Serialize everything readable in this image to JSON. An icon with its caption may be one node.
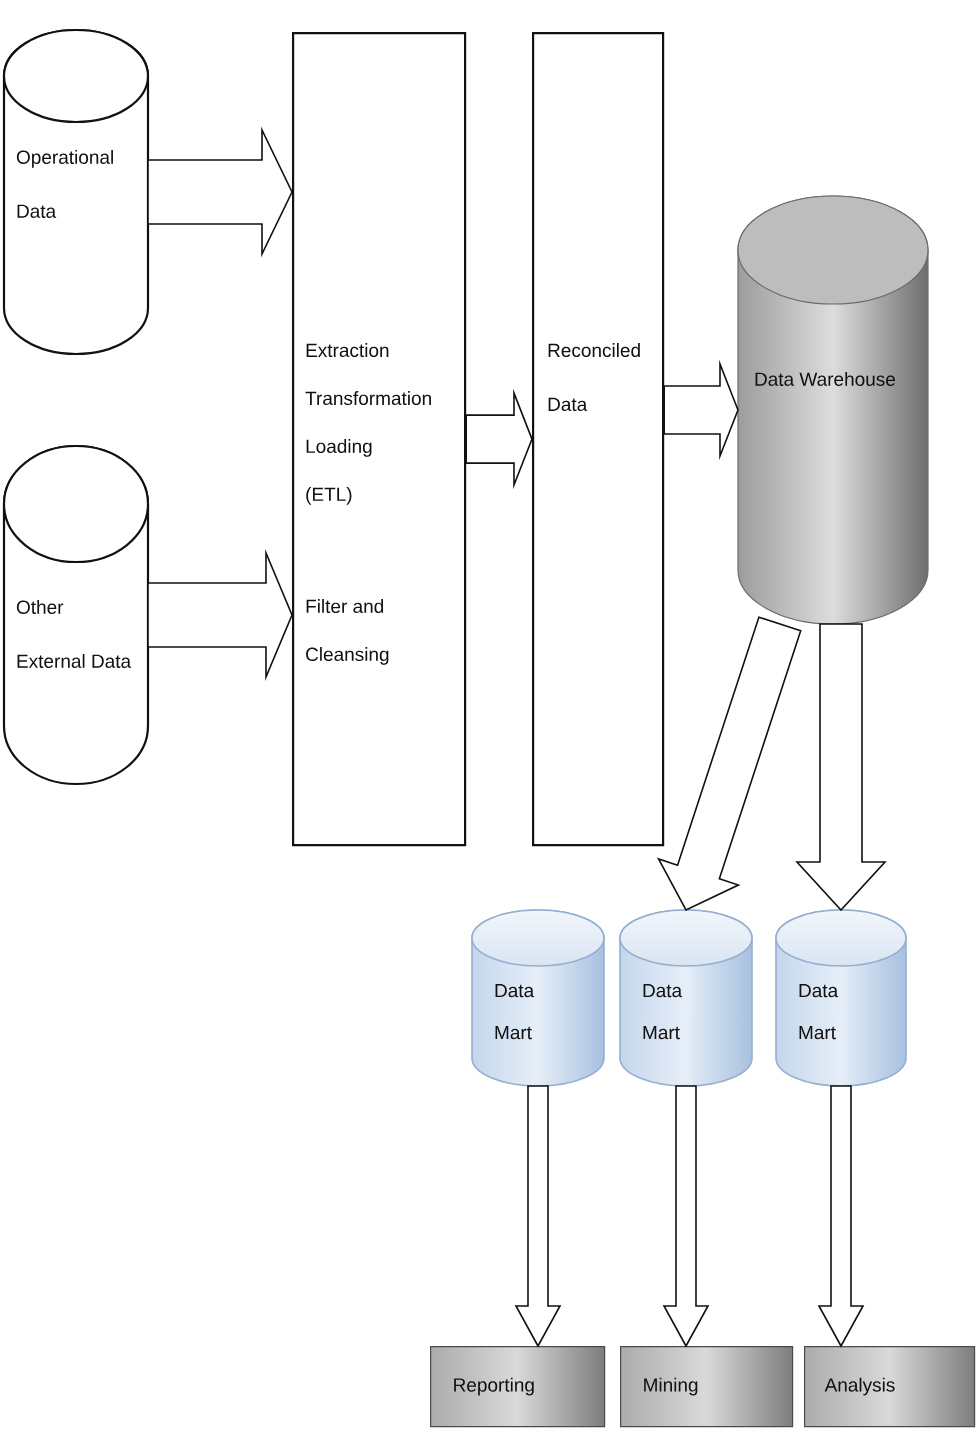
{
  "diagram": {
    "nodes": [
      {
        "text": [
          "Operational Data"
        ]
      },
      {
        "text": [
          "Other External Data"
        ]
      },
      {
        "text": [
          "Extraction Transformation Loading (ETL)",
          "Filter and Cleansing"
        ]
      },
      {
        "text": [
          "Reconciled Data"
        ]
      },
      {
        "text": [
          "Data Warehouse"
        ]
      },
      {
        "text": [
          "Data Mart"
        ]
      },
      {
        "text": [
          "Data Mart"
        ]
      },
      {
        "text": [
          "Data Mart"
        ]
      },
      {
        "text": [
          "Reporting"
        ]
      },
      {
        "text": [
          "Mining"
        ]
      },
      {
        "text": [
          "Analysis"
        ]
      }
    ],
    "edges": [
      {
        "from": 0,
        "to": 2,
        "arrow": "to"
      },
      {
        "from": 1,
        "to": 2,
        "arrow": "to"
      },
      {
        "from": 2,
        "to": 3,
        "arrow": "to"
      },
      {
        "from": 3,
        "to": 4,
        "arrow": "to"
      },
      {
        "from": 4,
        "to": 6,
        "arrow": "to"
      },
      {
        "from": 4,
        "to": 7,
        "arrow": "to"
      },
      {
        "from": 5,
        "to": 8,
        "arrow": "to"
      },
      {
        "from": 6,
        "to": 9,
        "arrow": "to"
      },
      {
        "from": 7,
        "to": 10,
        "arrow": "to"
      }
    ]
  }
}
